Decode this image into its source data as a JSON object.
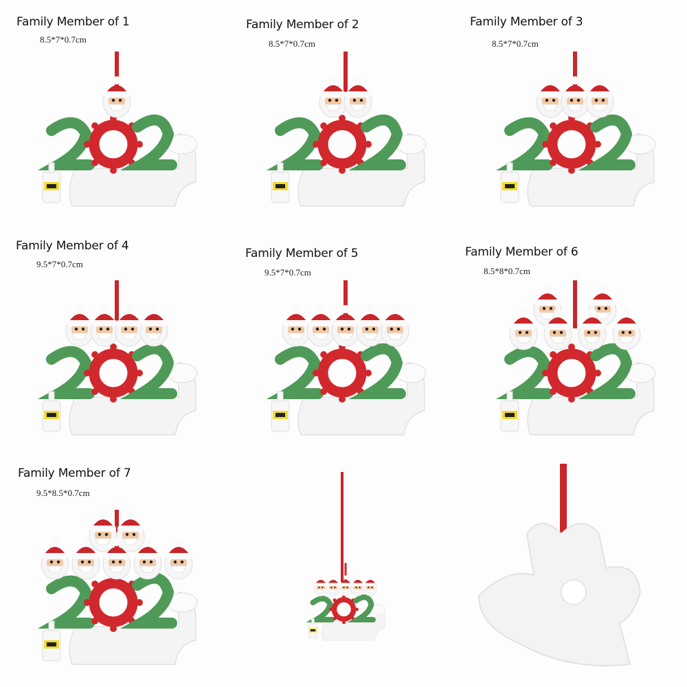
{
  "page": {
    "description": "Product variant grid of 2020 quarantine family Christmas ornaments"
  },
  "colors": {
    "ribbon": "#c8262a",
    "hat": "#c8262a",
    "glitter_green": "#4f9a58",
    "virus_red": "#d0282c",
    "paper": "#f4f4f4",
    "skin": "#f2c8a4",
    "label_yellow": "#f2dc2a"
  },
  "variants": [
    {
      "title": "Family Member of 1",
      "size": "8.5*7*0.7cm",
      "members": 1
    },
    {
      "title": "Family Member of 2",
      "size": "8.5*7*0.7cm",
      "members": 2
    },
    {
      "title": "Family Member of 3",
      "size": "8.5*7*0.7cm",
      "members": 3
    },
    {
      "title": "Family Member of 4",
      "size": "9.5*7*0.7cm",
      "members": 4
    },
    {
      "title": "Family Member of 5",
      "size": "9.5*7*0.7cm",
      "members": 5
    },
    {
      "title": "Family Member of 6",
      "size": "8.5*8*0.7cm",
      "members": 6
    },
    {
      "title": "Family Member of 7",
      "size": "9.5*8.5*0.7cm",
      "members": 7
    }
  ],
  "extra_views": [
    {
      "label": "hanging-view",
      "members": 5
    },
    {
      "label": "back-view-blank"
    }
  ]
}
